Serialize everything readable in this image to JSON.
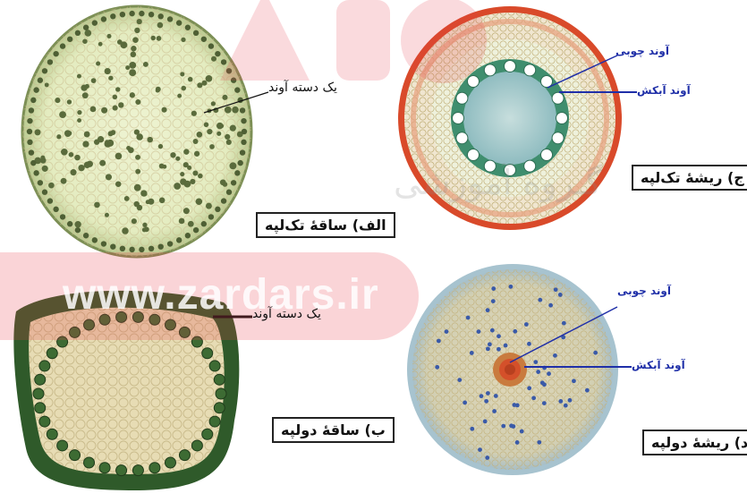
{
  "panels": {
    "monocot_stem": {
      "caption": "الف) ساقهٔ تک‌لپه",
      "bundle_label": "یک دسته آوند"
    },
    "dicot_stem": {
      "caption": "ب) ساقهٔ دولپه",
      "bundle_label": "یک دسته آوند"
    },
    "monocot_root": {
      "caption": "ج) ریشهٔ تک‌لپه",
      "xylem_label": "آوند چوبی",
      "phloem_label": "آوند آبکش"
    },
    "dicot_root": {
      "caption": "د) ریشهٔ دولپه",
      "xylem_label": "آوند چوبی",
      "phloem_label": "آوند آبکش"
    }
  },
  "watermark": {
    "site": "www.zardars.ir",
    "group": "گـروه آموزشی"
  },
  "colors": {
    "watermark_red": "#e83a4a",
    "label_blue": "#1f2fa8",
    "label_black": "#111111"
  }
}
